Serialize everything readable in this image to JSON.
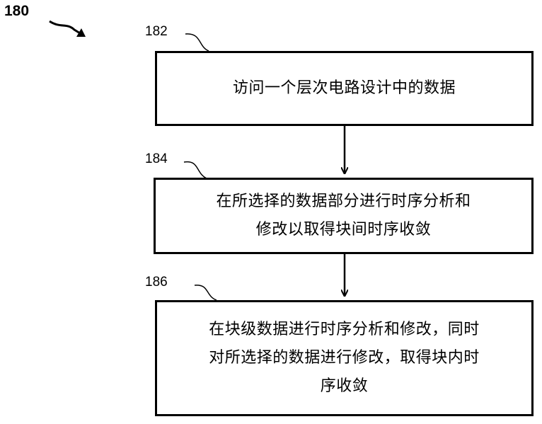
{
  "figure": {
    "number": "180"
  },
  "steps": [
    {
      "number": "182",
      "text_lines": [
        "访问一个层次电路设计中的数据"
      ]
    },
    {
      "number": "184",
      "text_lines": [
        "在所选择的数据部分进行时序分析和",
        "修改以取得块间时序收敛"
      ]
    },
    {
      "number": "186",
      "text_lines": [
        "在块级数据进行时序分析和修改，同时",
        "对所选择的数据进行修改，取得块内时",
        "序收敛"
      ]
    }
  ]
}
